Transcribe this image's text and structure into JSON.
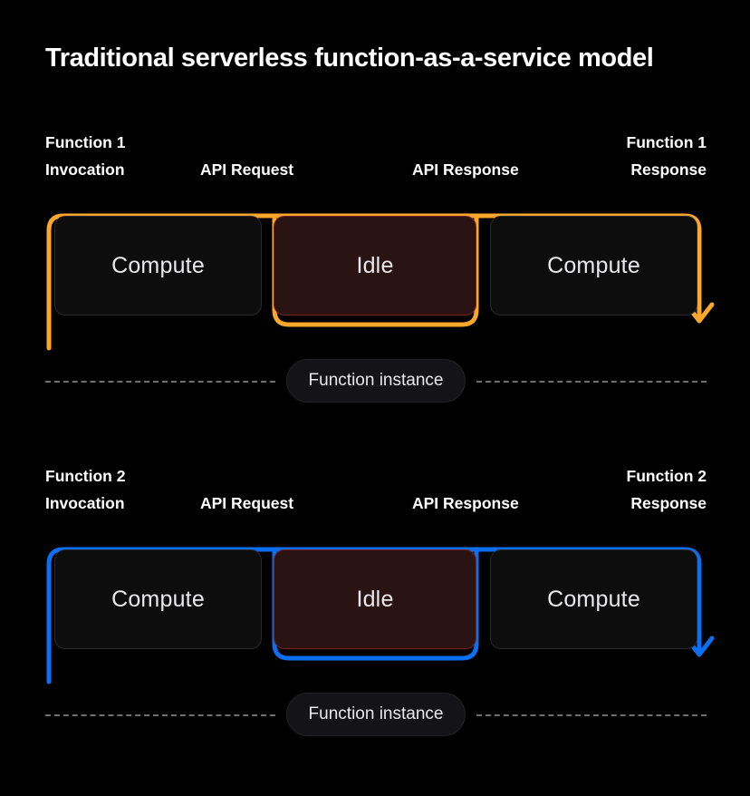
{
  "title": "Traditional serverless function-as-a-service model",
  "colors": {
    "background": "#000000",
    "track_function_1": "#FAA72B",
    "track_function_2": "#0C6FF2",
    "compute_fill": "#0D0D0D",
    "compute_border": "#2B2B2D",
    "idle_fill": "#2A1313",
    "idle_border": "#7C2222",
    "text": "#FFFFFF",
    "dash": "#6F6F6F"
  },
  "rows": [
    {
      "id": "function-1",
      "accent": "#FAA72B",
      "labels": {
        "invocation_line1": "Function 1",
        "invocation_line2": "Invocation",
        "api_request": "API Request",
        "api_response": "API Response",
        "response_line1": "Function 1",
        "response_line2": "Response"
      },
      "boxes": [
        {
          "label": "Compute",
          "state": "compute"
        },
        {
          "label": "Idle",
          "state": "idle"
        },
        {
          "label": "Compute",
          "state": "compute"
        }
      ],
      "instance_label": "Function instance"
    },
    {
      "id": "function-2",
      "accent": "#0C6FF2",
      "labels": {
        "invocation_line1": "Function 2",
        "invocation_line2": "Invocation",
        "api_request": "API Request",
        "api_response": "API Response",
        "response_line1": "Function 2",
        "response_line2": "Response"
      },
      "boxes": [
        {
          "label": "Compute",
          "state": "compute"
        },
        {
          "label": "Idle",
          "state": "idle"
        },
        {
          "label": "Compute",
          "state": "compute"
        }
      ],
      "instance_label": "Function instance"
    }
  ]
}
